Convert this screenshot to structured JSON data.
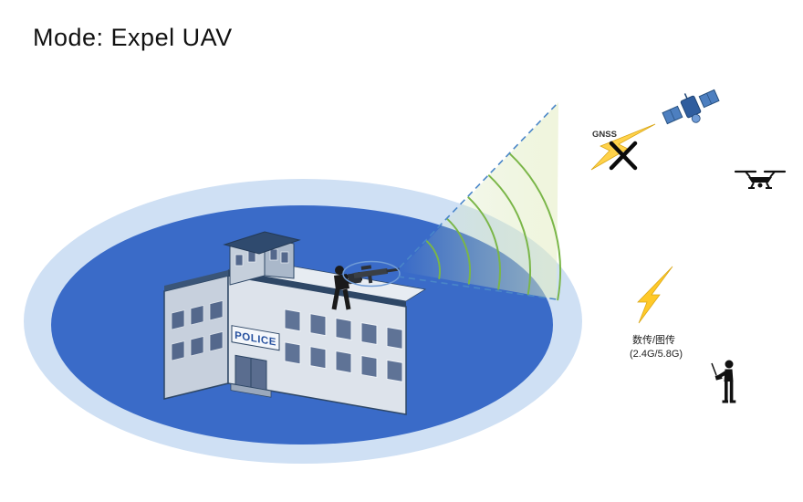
{
  "title": "Mode: Expel UAV",
  "diagram": {
    "building_sign": "POLICE",
    "gnss_label": "GNSS",
    "rf_label_line1": "数传/图传",
    "rf_label_line2": "(2.4G/5.8G)"
  },
  "colors": {
    "coverage_outer": "#cfe0f4",
    "coverage_inner": "#3a6bc8",
    "cone_dash_blue": "#4a86c8",
    "wave_green": "#7ab648",
    "bolt_yellow": "#ffd24a",
    "bolt_yellow_deep": "#ffc928",
    "silhouette_black": "#1a1a1a",
    "satellite_blue": "#2f5d9e",
    "building_trim_navy": "#2e4766"
  },
  "icons": {
    "satellite": "blue-gnss-satellite",
    "drone": "black-quadcopter",
    "jammer_operator": "person-aiming-jammer-gun-on-roof",
    "pilot": "person-with-remote-controller",
    "gnss_jam": "yellow-lightning-bolt-with-black-x",
    "rf_link": "yellow-lightning-bolt"
  }
}
